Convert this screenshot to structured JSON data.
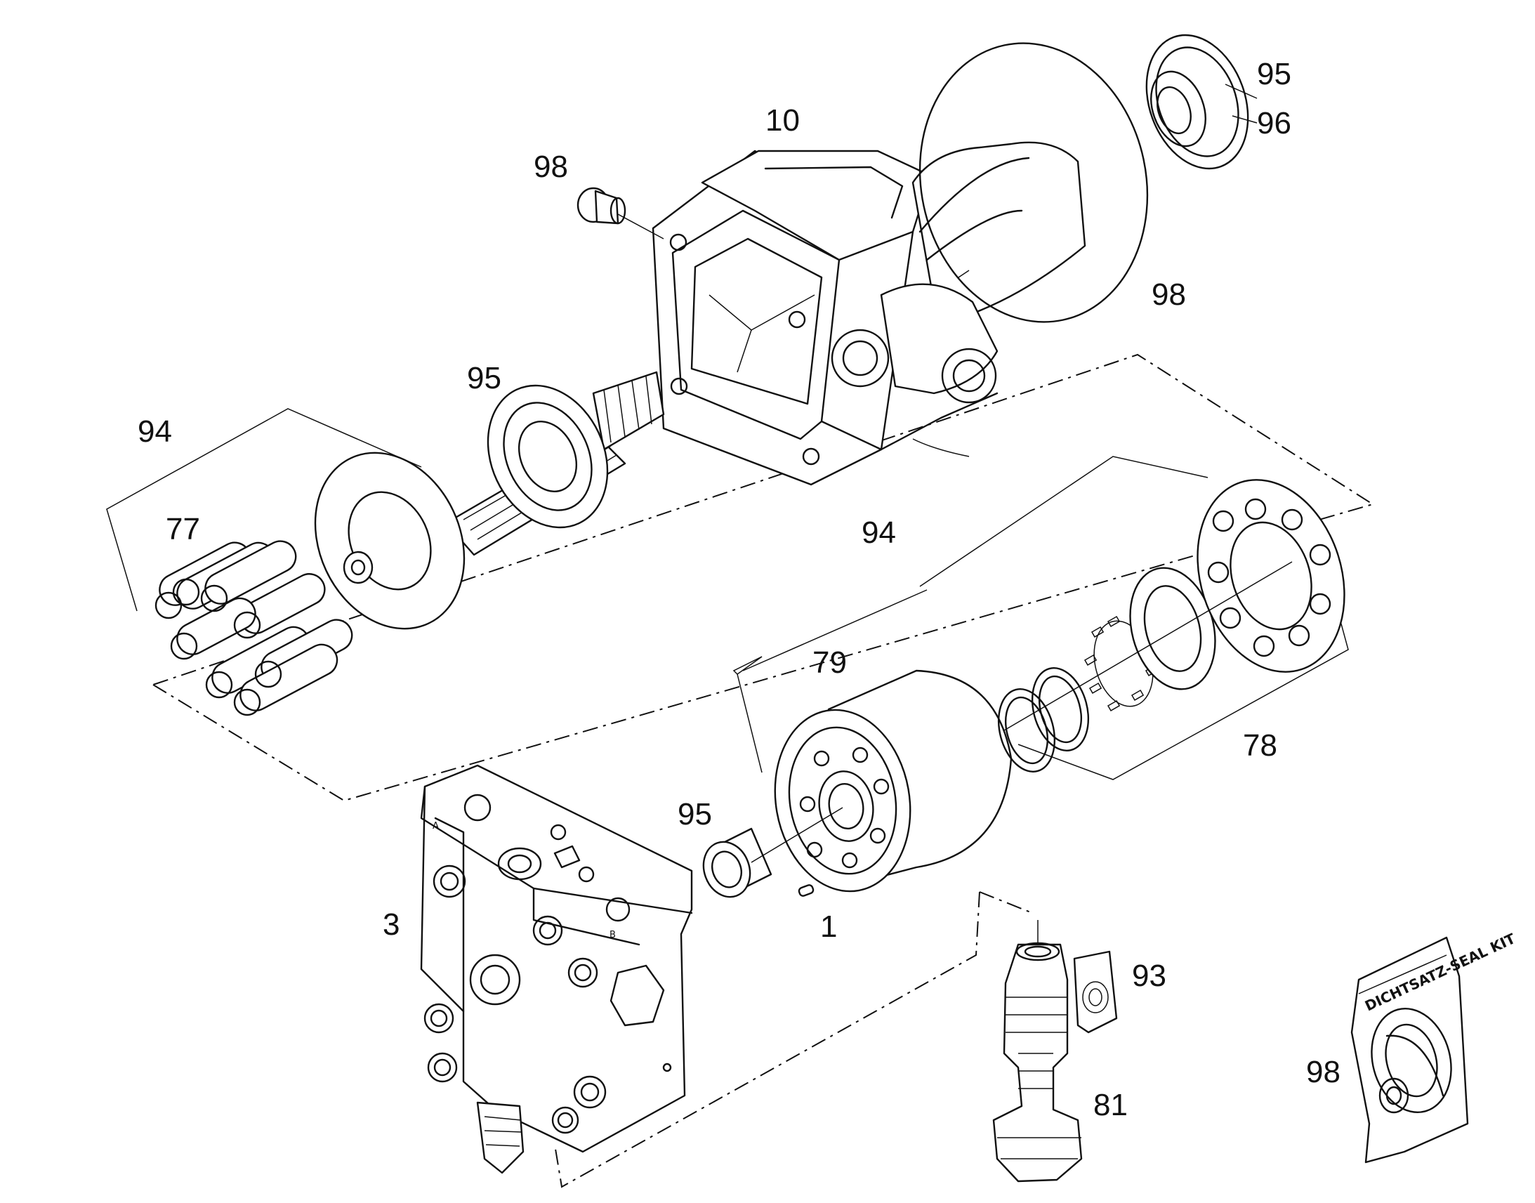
{
  "callouts": {
    "c95_top": "95",
    "c96": "96",
    "c10": "10",
    "c98_plug": "98",
    "c98_oring": "98",
    "c95_bearing": "95",
    "c94_left": "94",
    "c77": "77",
    "c94_mid": "94",
    "c79": "79",
    "c78": "78",
    "c95_needle": "95",
    "c1": "1",
    "c3": "3",
    "c93": "93",
    "c81": "81",
    "c98_kit": "98"
  },
  "seal_kit_bag": {
    "text": "DICHTSATZ-SEAL KIT"
  },
  "port_marks": {
    "a": "A",
    "b": "B"
  }
}
